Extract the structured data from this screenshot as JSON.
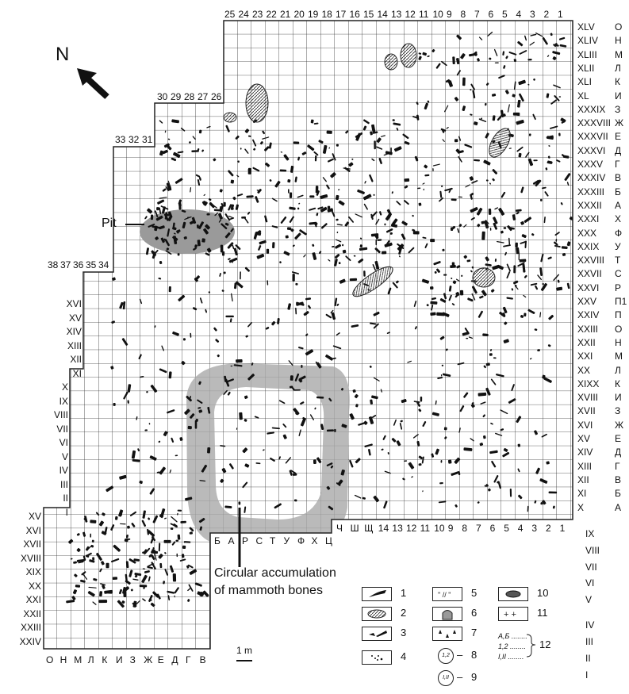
{
  "north_label": "N",
  "pit_label": "Pit",
  "circle_label_line1": "Circular accumulation",
  "circle_label_line2": "of mammoth bones",
  "scale_label": "1 m",
  "top_numbers": [
    "25",
    "24",
    "23",
    "22",
    "21",
    "20",
    "19",
    "18",
    "17",
    "16",
    "15",
    "14",
    "13",
    "12",
    "11",
    "10",
    "9",
    "8",
    "7",
    "6",
    "5",
    "4",
    "3",
    "2",
    "1"
  ],
  "step1_numbers": [
    "30",
    "29",
    "28",
    "27",
    "26"
  ],
  "step2_numbers": [
    "33",
    "32",
    "31"
  ],
  "step3_numbers": [
    "38",
    "37",
    "36",
    "35",
    "34"
  ],
  "right_roman": [
    "XLV",
    "XLIV",
    "XLIII",
    "XLII",
    "XLI",
    "XL",
    "XXXIX",
    "XXXVIII",
    "XXXVII",
    "XXXVI",
    "XXXV",
    "XXXIV",
    "XXXIII",
    "XXXII",
    "XXXI",
    "XXX",
    "XXIX",
    "XXVIII",
    "XXVII",
    "XXVI",
    "XXV",
    "XXIV",
    "XXIII",
    "XXII",
    "XXI",
    "XX",
    "XIXX",
    "XVIII",
    "XVII",
    "XVI",
    "XV",
    "XIV",
    "XIII",
    "XII",
    "XI",
    "X"
  ],
  "right_cyrillic": [
    "О",
    "Н",
    "М",
    "Л",
    "К",
    "И",
    "З",
    "Ж",
    "Е",
    "Д",
    "Г",
    "В",
    "Б",
    "А",
    "Х",
    "Ф",
    "У",
    "Т",
    "С",
    "Р",
    "П1",
    "П",
    "О",
    "Н",
    "М",
    "Л",
    "К",
    "И",
    "З",
    "Ж",
    "Е",
    "Д",
    "Г",
    "В",
    "Б",
    "А"
  ],
  "right_roman_lower": [
    "IX",
    "VIII",
    "VII",
    "VI",
    "V",
    "IV",
    "III",
    "II",
    "I"
  ],
  "left_roman_upper": [
    "XVI",
    "XV",
    "XIV",
    "XIII",
    "XII",
    "XI"
  ],
  "left_roman_mid": [
    "X",
    "IX",
    "VIII",
    "VII",
    "VI",
    "V",
    "IV",
    "III",
    "II",
    "I"
  ],
  "left_roman_lower": [
    "XV",
    "XVI",
    "XVII",
    "XVIII",
    "XIX",
    "XX",
    "XXI",
    "XXII",
    "XXIII",
    "XXIV"
  ],
  "bottom_left_letters": [
    "О",
    "Н",
    "М",
    "Л",
    "К",
    "И",
    "З",
    "Ж",
    "Е",
    "Д",
    "Г",
    "В"
  ],
  "bottom_mid_letters": [
    "Б",
    "А",
    "Р",
    "С",
    "Т",
    "У",
    "Ф",
    "Х",
    "Ц"
  ],
  "bottom_right_labels": [
    "Ч",
    "Ш",
    "Щ",
    "14",
    "13",
    "12",
    "11",
    "10",
    "9",
    "8",
    "7",
    "6",
    "5",
    "4",
    "3",
    "2",
    "1"
  ],
  "legend": {
    "items": [
      "1",
      "2",
      "3",
      "4",
      "5",
      "6",
      "7",
      "8",
      "9",
      "10",
      "11",
      "12"
    ],
    "sym8": "1,2",
    "sym9": "I,II",
    "key12": [
      "А,Б ........",
      "1,2 ........",
      "I,II ........"
    ]
  },
  "colors": {
    "ink": "#111111",
    "grey_fill": "#a9a9a9",
    "grid": "#333333"
  }
}
